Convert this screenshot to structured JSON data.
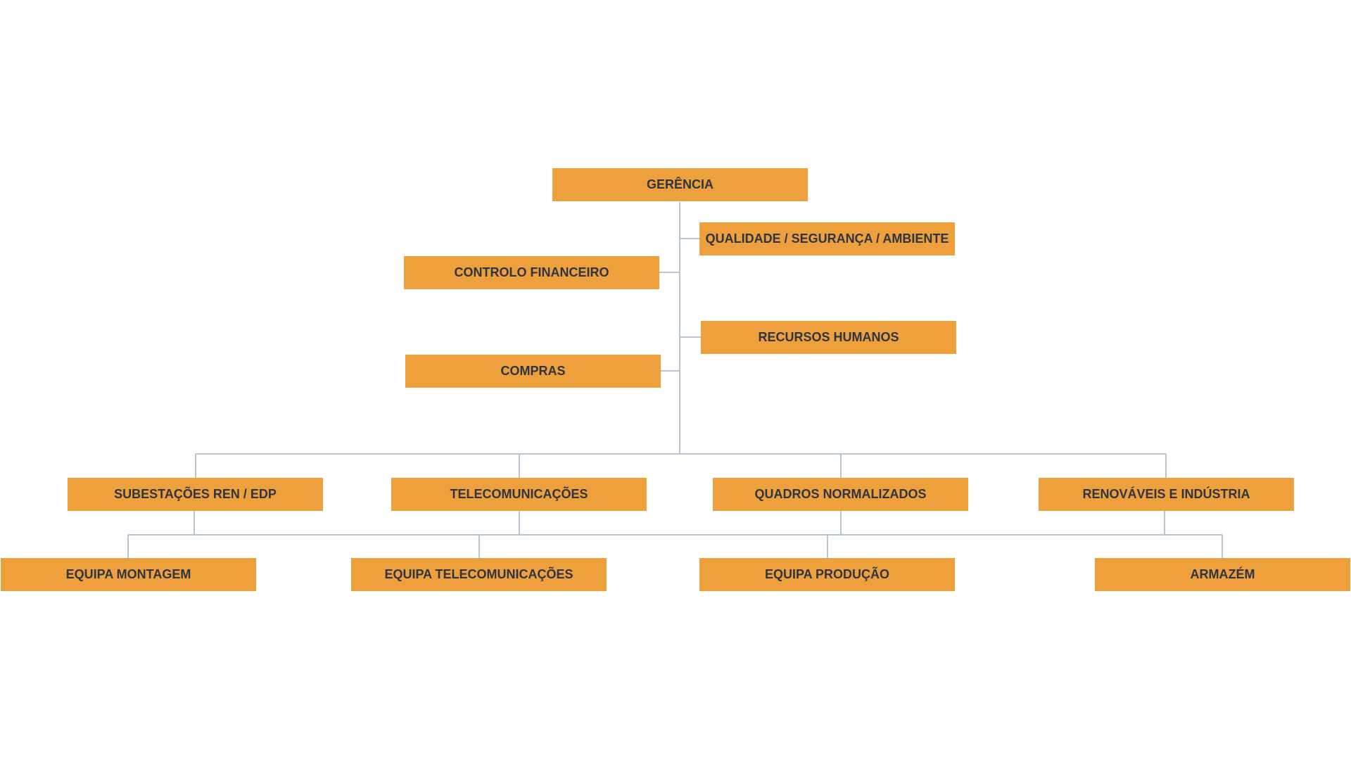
{
  "colors": {
    "box": "#EEA03D",
    "text": "#2E3440",
    "connector": "#B8C4D2"
  },
  "org_chart": {
    "root": {
      "label": "GERÊNCIA"
    },
    "staff": {
      "quality": "QUALIDADE / SEGURANÇA / AMBIENTE",
      "finance": "CONTROLO FINANCEIRO",
      "hr": "RECURSOS HUMANOS",
      "purchasing": "COMPRAS"
    },
    "departments": [
      {
        "label": "SUBESTAÇÕES REN / EDP"
      },
      {
        "label": "TELECOMUNICAÇÕES"
      },
      {
        "label": "QUADROS NORMALIZADOS"
      },
      {
        "label": "RENOVÁVEIS E INDÚSTRIA"
      }
    ],
    "teams": [
      {
        "label": "EQUIPA MONTAGEM"
      },
      {
        "label": "EQUIPA TELECOMUNICAÇÕES"
      },
      {
        "label": "EQUIPA PRODUÇÃO"
      },
      {
        "label": "ARMAZÉM"
      }
    ]
  }
}
